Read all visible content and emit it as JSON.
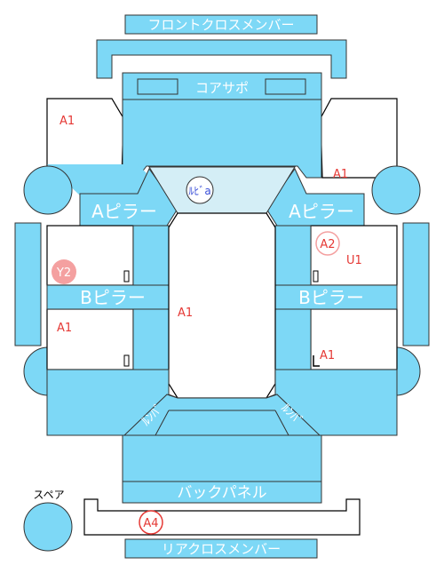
{
  "labels": {
    "front_cross_member": "フロントクロスメンバー",
    "core_support": "コアサポ",
    "a_pillar_left": "Aピラー",
    "a_pillar_right": "Aピラー",
    "b_pillar_left": "Bピラー",
    "b_pillar_right": "Bピラー",
    "back_panel": "バックパネル",
    "rear_cross_member": "リアクロスメンバー",
    "spare": "スペア",
    "roof_icon_text": "ﾙﾋﾞa",
    "rear_left_curve": "ﾙﾝﾊﾞ",
    "rear_right_curve": "ﾙﾝﾊﾞ"
  },
  "marks": {
    "front_left_fender": "A1",
    "front_right_fender": "A1",
    "right_front_door_circle": "A2",
    "right_front_door_u": "U1",
    "left_front_door_circle": "Y2",
    "roof": "A1",
    "left_rear_door": "A1",
    "right_rear_door": "A1",
    "rear_bumper_circle": "A4"
  },
  "colors": {
    "panel_fill": "#7dd8f6",
    "panel_stroke": "#3a3a3a",
    "glass_fill": "#d4eef6",
    "mark_red": "#e53935",
    "circle_red_fill": "#f4a0a0",
    "outline": "#000000"
  }
}
